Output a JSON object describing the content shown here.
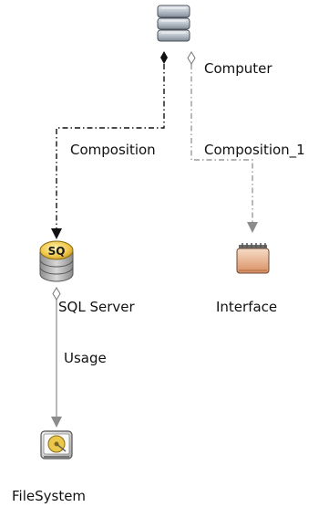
{
  "nodes": {
    "computer": {
      "label": "Computer",
      "icon": "server-stack-icon"
    },
    "sql_server": {
      "label": "SQL Server",
      "icon": "database-sql-icon",
      "badge": "SQ"
    },
    "interface": {
      "label": "Interface",
      "icon": "network-interface-icon"
    },
    "filesystem": {
      "label": "FileSystem",
      "icon": "hard-disk-icon"
    }
  },
  "edges": {
    "composition": {
      "label": "Composition",
      "from": "Computer",
      "to": "SQL Server"
    },
    "composition_1": {
      "label": "Composition_1",
      "from": "Computer",
      "to": "Interface"
    },
    "usage": {
      "label": "Usage",
      "from": "SQL Server",
      "to": "FileSystem"
    }
  },
  "colors": {
    "line_dark": "#111111",
    "line_grey": "#9a9a9a",
    "server_grey": "#8d96a0",
    "db_gold": "#e8c24a",
    "interface_peach": "#e7b38e"
  }
}
